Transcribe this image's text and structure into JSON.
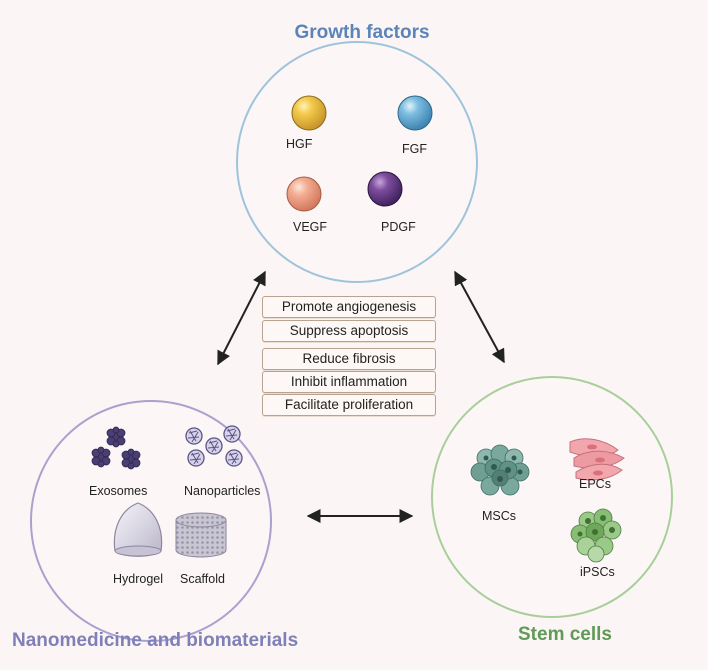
{
  "titles": {
    "growth_factors": "Growth factors",
    "nanomedicine": "Nanomedicine and biomaterials",
    "stem_cells": "Stem cells"
  },
  "growth_factors": [
    {
      "label": "HGF",
      "color": "#e6b73a"
    },
    {
      "label": "FGF",
      "color": "#6aaed3"
    },
    {
      "label": "VEGF",
      "color": "#ee9d82"
    },
    {
      "label": "PDGF",
      "color": "#6a3f8b"
    }
  ],
  "effects": [
    "Promote angiogenesis",
    "Suppress apoptosis",
    "Reduce fibrosis",
    "Inhibit inflammation",
    "Facilitate proliferation"
  ],
  "nanomedicine": {
    "exosomes": "Exosomes",
    "nanoparticles": "Nanoparticles",
    "hydrogel": "Hydrogel",
    "scaffold": "Scaffold"
  },
  "stem_cells": {
    "mscs": "MSCs",
    "epcs": "EPCs",
    "ipscs": "iPSCs"
  },
  "colors": {
    "growth_factors_circle": "#9ec4dc",
    "nanomedicine_circle": "#a9a1cf",
    "stem_cells_circle": "#a8cf9a",
    "background": "#fcf5f5"
  }
}
